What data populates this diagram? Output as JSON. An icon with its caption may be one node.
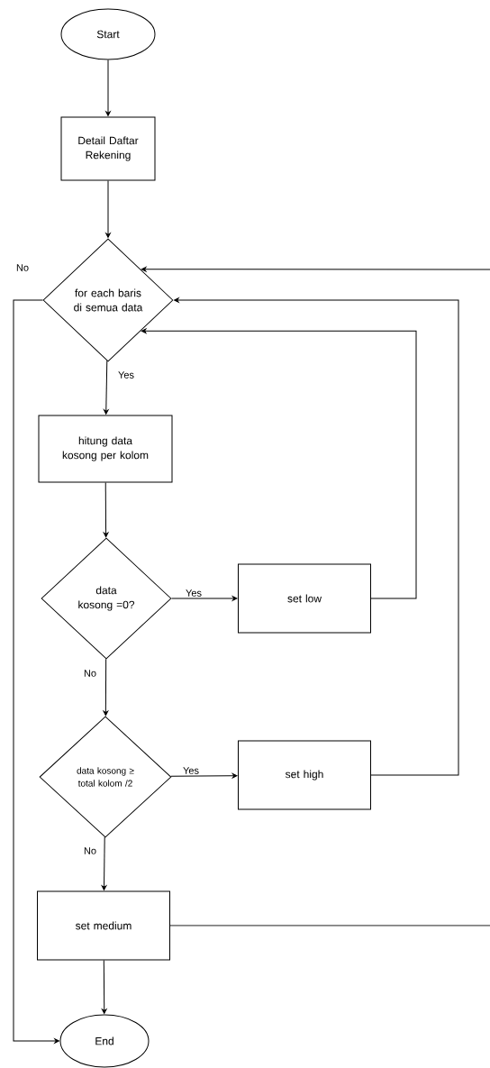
{
  "diagram": {
    "nodes": [
      {
        "text": [
          "Start"
        ]
      },
      {
        "text": [
          "Detail Daftar Rekening"
        ]
      },
      {
        "text": [
          "for each baris di semua data"
        ]
      },
      {
        "text": [
          "hitung data kosong per kolom"
        ]
      },
      {
        "text": [
          "data kosong =0?"
        ]
      },
      {
        "text": [
          "set low"
        ]
      },
      {
        "text": [
          "data kosong ≥ total kolom /2"
        ]
      },
      {
        "text": [
          "set high"
        ]
      },
      {
        "text": [
          "set medium"
        ]
      },
      {
        "text": [
          "End"
        ]
      }
    ],
    "edges": [
      {
        "from": 0,
        "to": 1,
        "arrow": "to"
      },
      {
        "from": 1,
        "to": 2,
        "arrow": "to"
      },
      {
        "from": 2,
        "to": 3,
        "arrow": "to",
        "label": "Yes"
      },
      {
        "from": 2,
        "to": 9,
        "arrow": "to",
        "label": "No"
      },
      {
        "from": 3,
        "to": 4,
        "arrow": "to"
      },
      {
        "from": 4,
        "to": 5,
        "arrow": "to",
        "label": "Yes"
      },
      {
        "from": 4,
        "to": 6,
        "arrow": "to",
        "label": "No"
      },
      {
        "from": 5,
        "to": 2,
        "arrow": "to"
      },
      {
        "from": 6,
        "to": 7,
        "arrow": "to",
        "label": "Yes"
      },
      {
        "from": 6,
        "to": 8,
        "arrow": "to",
        "label": "No"
      },
      {
        "from": 7,
        "to": 2,
        "arrow": "to"
      },
      {
        "from": 8,
        "to": 9,
        "arrow": "to"
      },
      {
        "from": 8,
        "to": null,
        "arrow": "none"
      },
      {
        "from": null,
        "to": 2,
        "arrow": "to"
      }
    ]
  }
}
